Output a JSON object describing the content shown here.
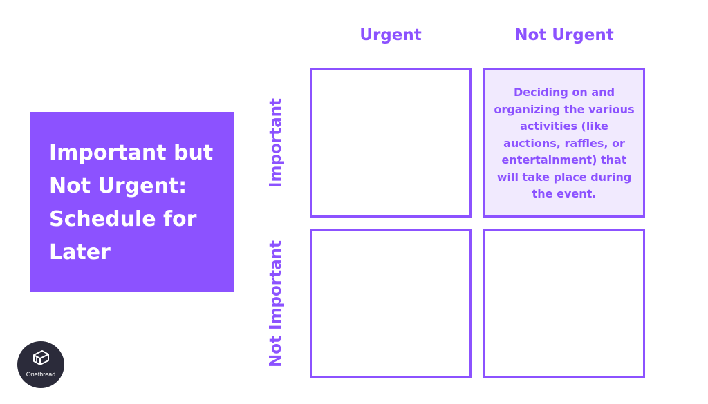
{
  "label_box": {
    "lines": [
      "Important but",
      "Not Urgent:",
      "Schedule for",
      "Later"
    ]
  },
  "matrix": {
    "col_headers": [
      "Urgent",
      "Not Urgent"
    ],
    "row_headers": [
      "Important",
      "Not Important"
    ],
    "cells": {
      "important_not_urgent": "Deciding on and organizing the various activities (like auctions, raffles, or entertainment) that will take place during the event."
    }
  },
  "brand": {
    "name": "Onethread",
    "logo_icon": "onethread-logo-icon"
  },
  "colors": {
    "accent": "#8c52ff",
    "highlight_fill": "#f1eafe",
    "logo_bg": "#2b2b3a"
  }
}
